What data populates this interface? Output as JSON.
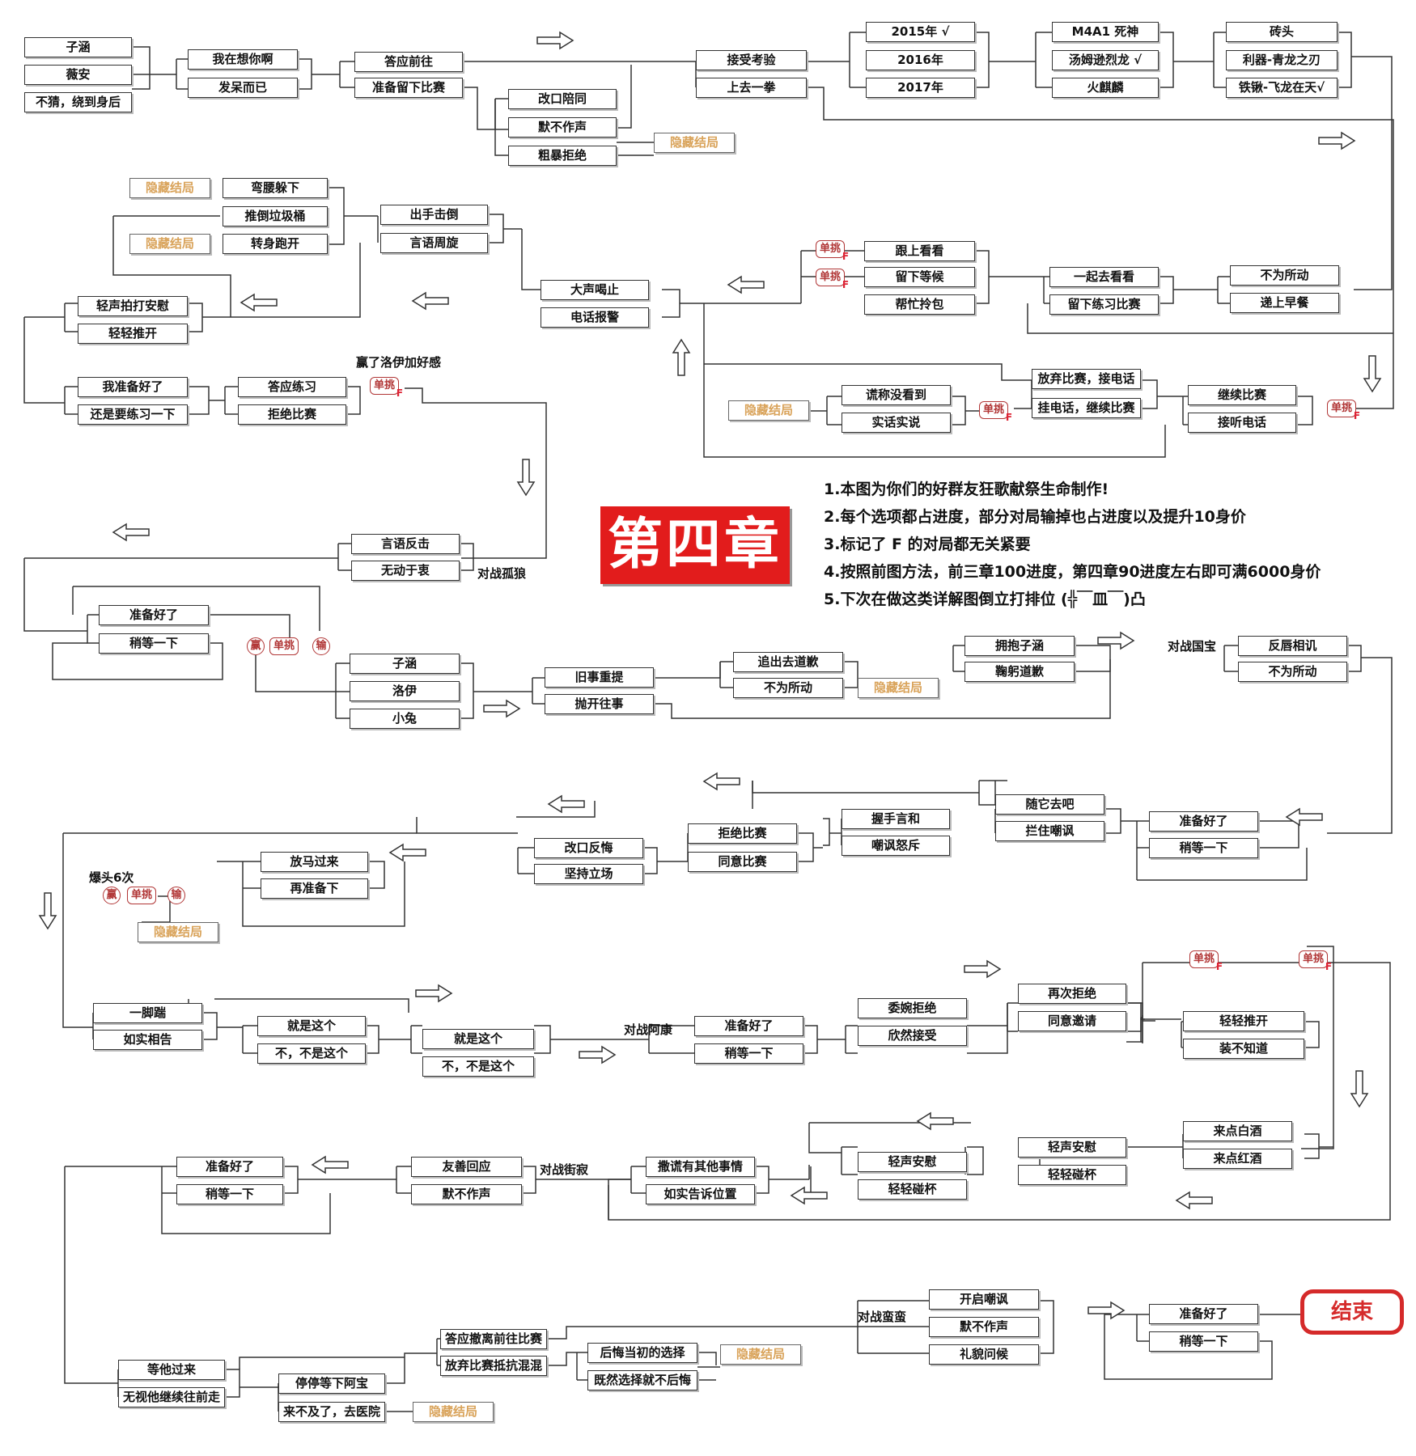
{
  "title": "第四章",
  "end": "结束",
  "notes": [
    "1.本图为你们的好群友狂歌献祭生命制作!",
    "2.每个选项都占进度，部分对局输掉也占进度以及提升10身价",
    "3.标记了 F 的对局都无关紧要",
    "4.按照前图方法，前三章100进度，第四章90进度左右即可满6000身价",
    "5.下次在做这类详解图倒立打排位 (╬￣皿￣)凸"
  ],
  "labels": {
    "win_luoyi": "赢了洛伊加好感",
    "vs_gulang": "对战孤狼",
    "vs_guobao": "对战国宝",
    "headshot": "爆头6次",
    "vs_akang": "对战阿康",
    "vs_jieji": "对战街寂",
    "vs_manman": "对战蛮蛮"
  },
  "tags": {
    "duel": "单挑",
    "f": "F",
    "win": "赢",
    "lose": "输"
  },
  "nodes": {
    "zihan": "子涵",
    "weian": "薇安",
    "buwei": "不猜，绕到身后",
    "xiangni": "我在想你啊",
    "fadai": "发呆而已",
    "daying": "答应前往",
    "liuxia": "准备留下比赛",
    "gaikou": "改口陪同",
    "mobu": "默不作声",
    "cubao": "粗暴拒绝",
    "hidden1": "隐藏结局",
    "jieshou": "接受考验",
    "shangqu": "上去一拳",
    "y2015": "2015年",
    "y2016": "2016年",
    "y2017": "2017年",
    "check1": "√",
    "m4a1": "M4A1 死神",
    "tangmu": "汤姆逊烈龙",
    "check2": "√",
    "huoqilin": "火麒麟",
    "zhuantou": "砖头",
    "liqi": "利器-青龙之刃",
    "tieqiao": "铁锹-飞龙在天",
    "check3": "√",
    "hidden2": "隐藏结局",
    "wanyao": "弯腰躲下",
    "tuidao": "推倒垃圾桶",
    "hidden3": "隐藏结局",
    "zhuanshen": "转身跑开",
    "chushou": "出手击倒",
    "yanyu": "言语周旋",
    "dasheng": "大声喝止",
    "dianhua": "电话报警",
    "genshang": "跟上看看",
    "liuxia2": "留下等候",
    "bangmang": "帮忙拎包",
    "yiqi": "一起去看看",
    "liuxialianxi": "留下练习比赛",
    "buwei2": "不为所动",
    "dishang": "递上早餐",
    "qingsheng": "轻声拍打安慰",
    "qingqing": "轻轻推开",
    "zhunbei1": "我准备好了",
    "haishi": "还是要练习一下",
    "yinglian": "答应练习",
    "jujue1": "拒绝比赛",
    "fangqi": "放弃比赛，接电话",
    "guadian": "挂电话，继续比赛",
    "hidden4": "隐藏结局",
    "huangcheng": "谎称没看到",
    "shihua": "实话实说",
    "jixu": "继续比赛",
    "jieting": "接听电话",
    "yanyufanji": "言语反击",
    "wudong": "无动于衷",
    "zhunbei2": "准备好了",
    "shaodeng1": "稍等一下",
    "zihan2": "子涵",
    "luoyi": "洛伊",
    "xiaotu": "小兔",
    "jiushi": "旧事重提",
    "paokai": "抛开往事",
    "zhuichu": "追出去道歉",
    "buwei3": "不为所动",
    "hidden5": "隐藏结局",
    "yongbao": "拥抱子涵",
    "jugong": "鞠躬道歉",
    "fanchun": "反唇相讥",
    "buwei4": "不为所动",
    "suita": "随它去吧",
    "lanzhu": "拦住嘲讽",
    "zhunbei3": "准备好了",
    "shaodeng2": "稍等一下",
    "woshou": "握手言和",
    "chaofeng": "嘲讽怒斥",
    "jujue2": "拒绝比赛",
    "tongyi": "同意比赛",
    "gaikoufanhui": "改口反悔",
    "jianchi": "坚持立场",
    "fangma": "放马过来",
    "zaizhunbei": "再准备下",
    "hidden6": "隐藏结局",
    "yijiao": "一脚踹",
    "rushi": "如实相告",
    "jiushizhe1": "就是这个",
    "bushi1": "不，不是这个",
    "jiushizhe2": "就是这个",
    "bushi2": "不，不是这个",
    "zhunbei4": "准备好了",
    "shaodeng3": "稍等一下",
    "weiwan": "委婉拒绝",
    "xinran": "欣然接受",
    "zaici": "再次拒绝",
    "tongyiyaoqing": "同意邀请",
    "qingtui": "轻轻推开",
    "zhuang": "装不知道",
    "baijiu": "来点白酒",
    "hongjiu": "来点红酒",
    "anwei": "轻声安慰",
    "pengbei1": "轻轻碰杯",
    "anwei2": "轻声安慰",
    "pengbei2": "轻轻碰杯",
    "sahuang": "撒谎有其他事情",
    "rushigaosu": "如实告诉位置",
    "youshan": "友善回应",
    "mobu2": "默不作声",
    "zhunbei5": "准备好了",
    "shaodeng4": "稍等一下",
    "denghe": "等他过来",
    "wushi": "无视他继续往前走",
    "tingting": "停停等下阿宝",
    "laibuji": "来不及了，去医院",
    "hidden7": "隐藏结局",
    "dayingche": "答应撤离前往比赛",
    "fangqibi": "放弃比赛抵抗混混",
    "houhui": "后悔当初的选择",
    "jiran": "既然选择就不后悔",
    "hidden8": "隐藏结局",
    "kaiqi": "开启嘲讽",
    "mobu3": "默不作声",
    "limao": "礼貌问候",
    "zhunbei6": "准备好了",
    "shaodeng5": "稍等一下"
  }
}
